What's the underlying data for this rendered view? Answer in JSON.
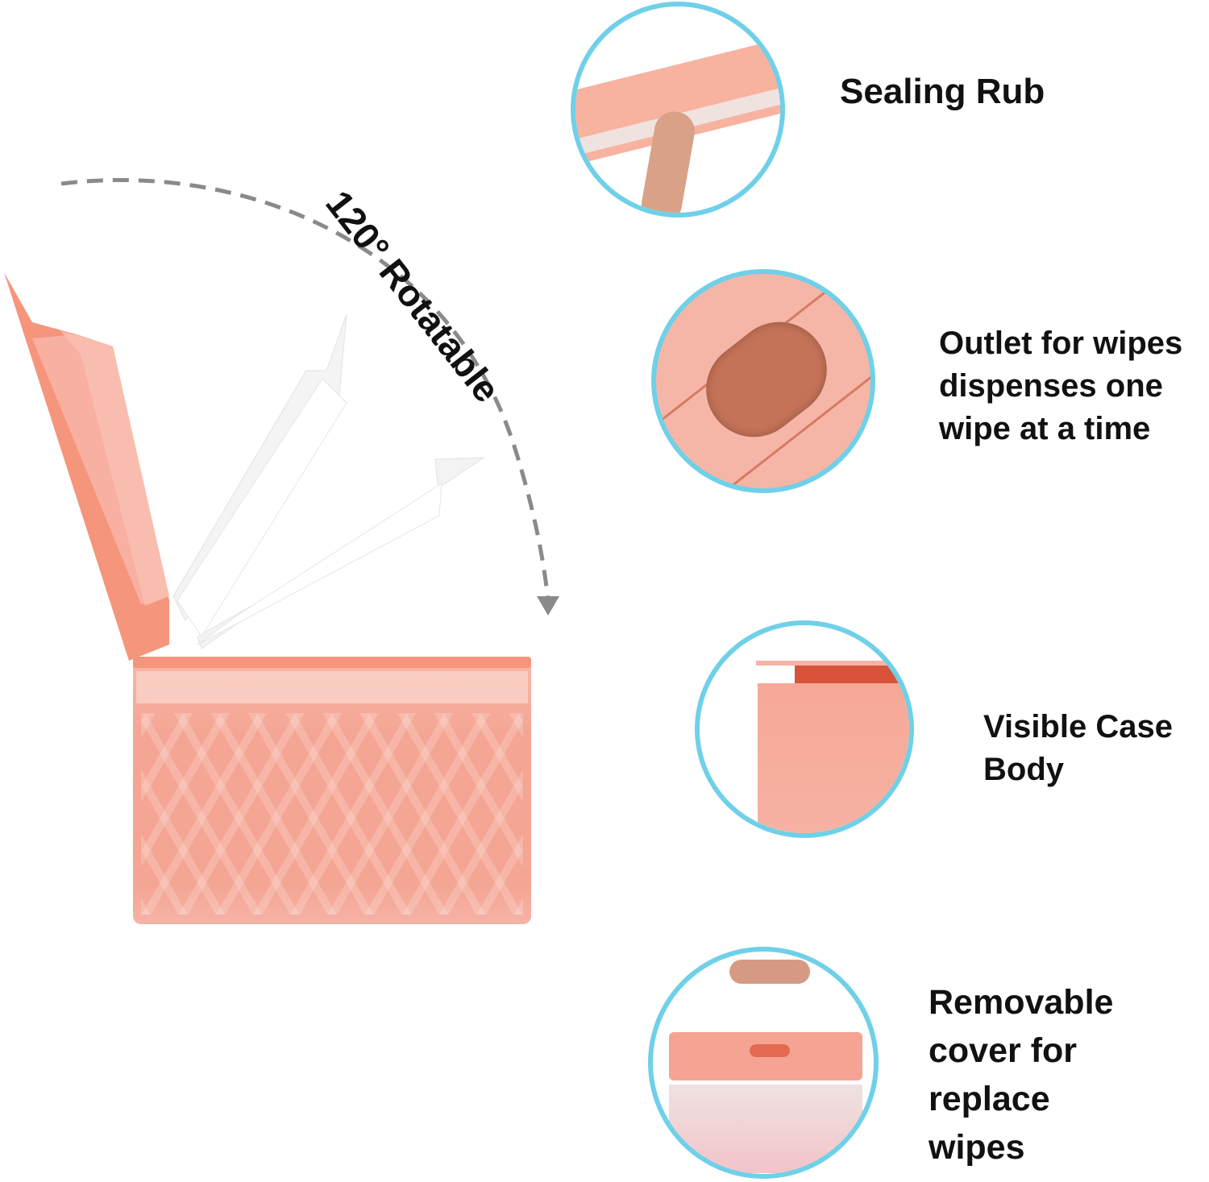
{
  "main_illustration": {
    "rotation_label": "120° Rotatable",
    "product": "pink wipes dispenser box with flip lid",
    "colors": {
      "lid": "#f5957c",
      "body": "#f4a593",
      "ghost_lid": "#f2f2f2",
      "arc": "#8a8a8a",
      "circle_border": "#6fd0e8"
    }
  },
  "features": [
    {
      "label": "Sealing Rub",
      "lines": [
        "Sealing Rub"
      ]
    },
    {
      "label": "Outlet for wipes dispenses one wipe at a time",
      "lines": [
        "Outlet for wipes",
        "dispenses one",
        "wipe at a time"
      ]
    },
    {
      "label": "Visible Case Body",
      "lines": [
        "Visible Case",
        "Body"
      ]
    },
    {
      "label": "Removable cover for replace wipes",
      "lines": [
        "Removable",
        "cover for",
        "replace",
        "wipes"
      ]
    }
  ]
}
